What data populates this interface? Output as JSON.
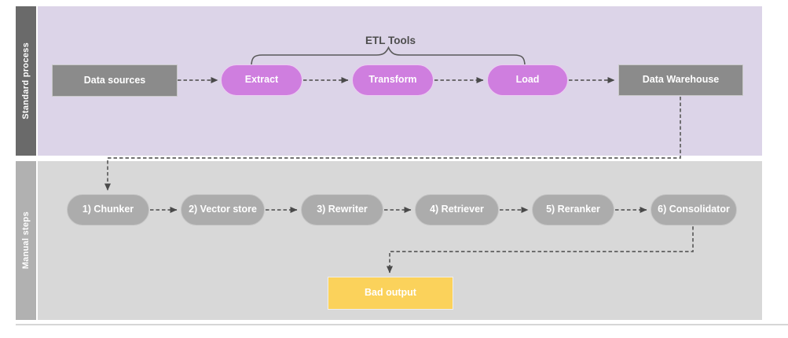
{
  "lanes": [
    {
      "label": "Standard process"
    },
    {
      "label": "Manual steps"
    }
  ],
  "annotation": {
    "label": "ETL Tools"
  },
  "nodes": {
    "data_sources": "Data sources",
    "extract": "Extract",
    "transform": "Transform",
    "load": "Load",
    "data_warehouse": "Data Warehouse",
    "chunker": "1) Chunker",
    "vector_store": "2) Vector store",
    "rewriter": "3) Rewriter",
    "retriever": "4) Retriever",
    "reranker": "5) Reranker",
    "consolidator": "6) Consolidator",
    "bad_output": "Bad output"
  },
  "colors": {
    "lane1_background": "#dcd4e8",
    "lane1_bar": "#6a6a6a",
    "lane2_background": "#d8d8d8",
    "lane2_bar": "#b1b1b1",
    "etl_pill": "#cf7edf",
    "gray_box": "#8b8b8b",
    "gray_pill": "#acacac",
    "bad_output_fill": "#fbd25b",
    "connector": "#5e5e5e"
  }
}
